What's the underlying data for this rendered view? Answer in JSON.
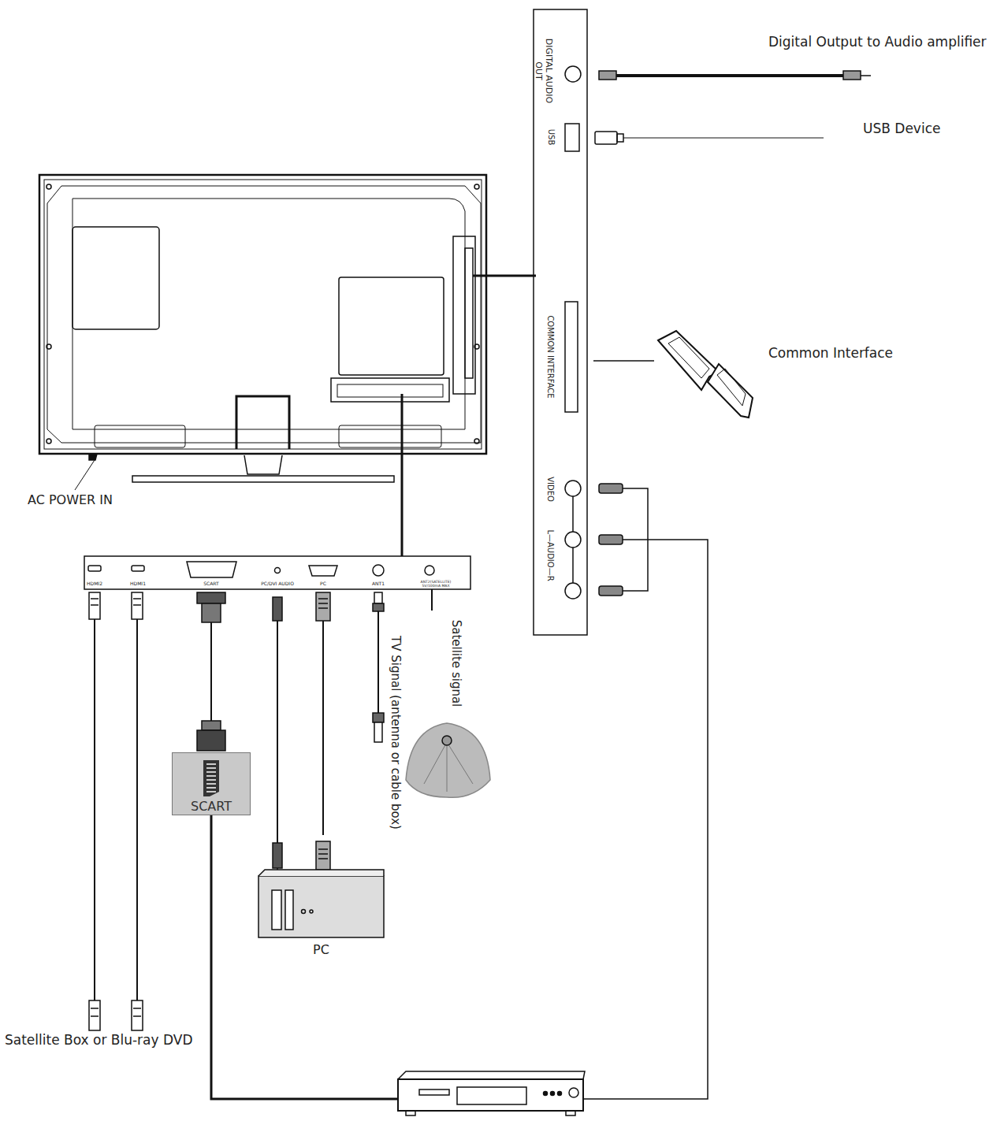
{
  "diagram": {
    "nodes": [
      {
        "text": [
          "SCART"
        ]
      },
      {
        "text": [
          "PC"
        ]
      }
    ],
    "labels": [
      "Digital  Output to Audio amplifier",
      "USB Device",
      "Common Interface",
      "AC POWER IN",
      "Satellite Box or Blu-ray DVD",
      "DIGITAL AUDIO OUT",
      "USB",
      "COMMON INTERFACE",
      "VIDEO",
      "L—AUDIO—R",
      "HDMI2",
      "HDMI1",
      "SCART",
      "PC/DVI AUDIO",
      "PC",
      "ANT1",
      "ANT2(SATELLITE) 5V/100mA MAX",
      "TV Signal (antenna or cable box)",
      "Satellite signal"
    ]
  }
}
